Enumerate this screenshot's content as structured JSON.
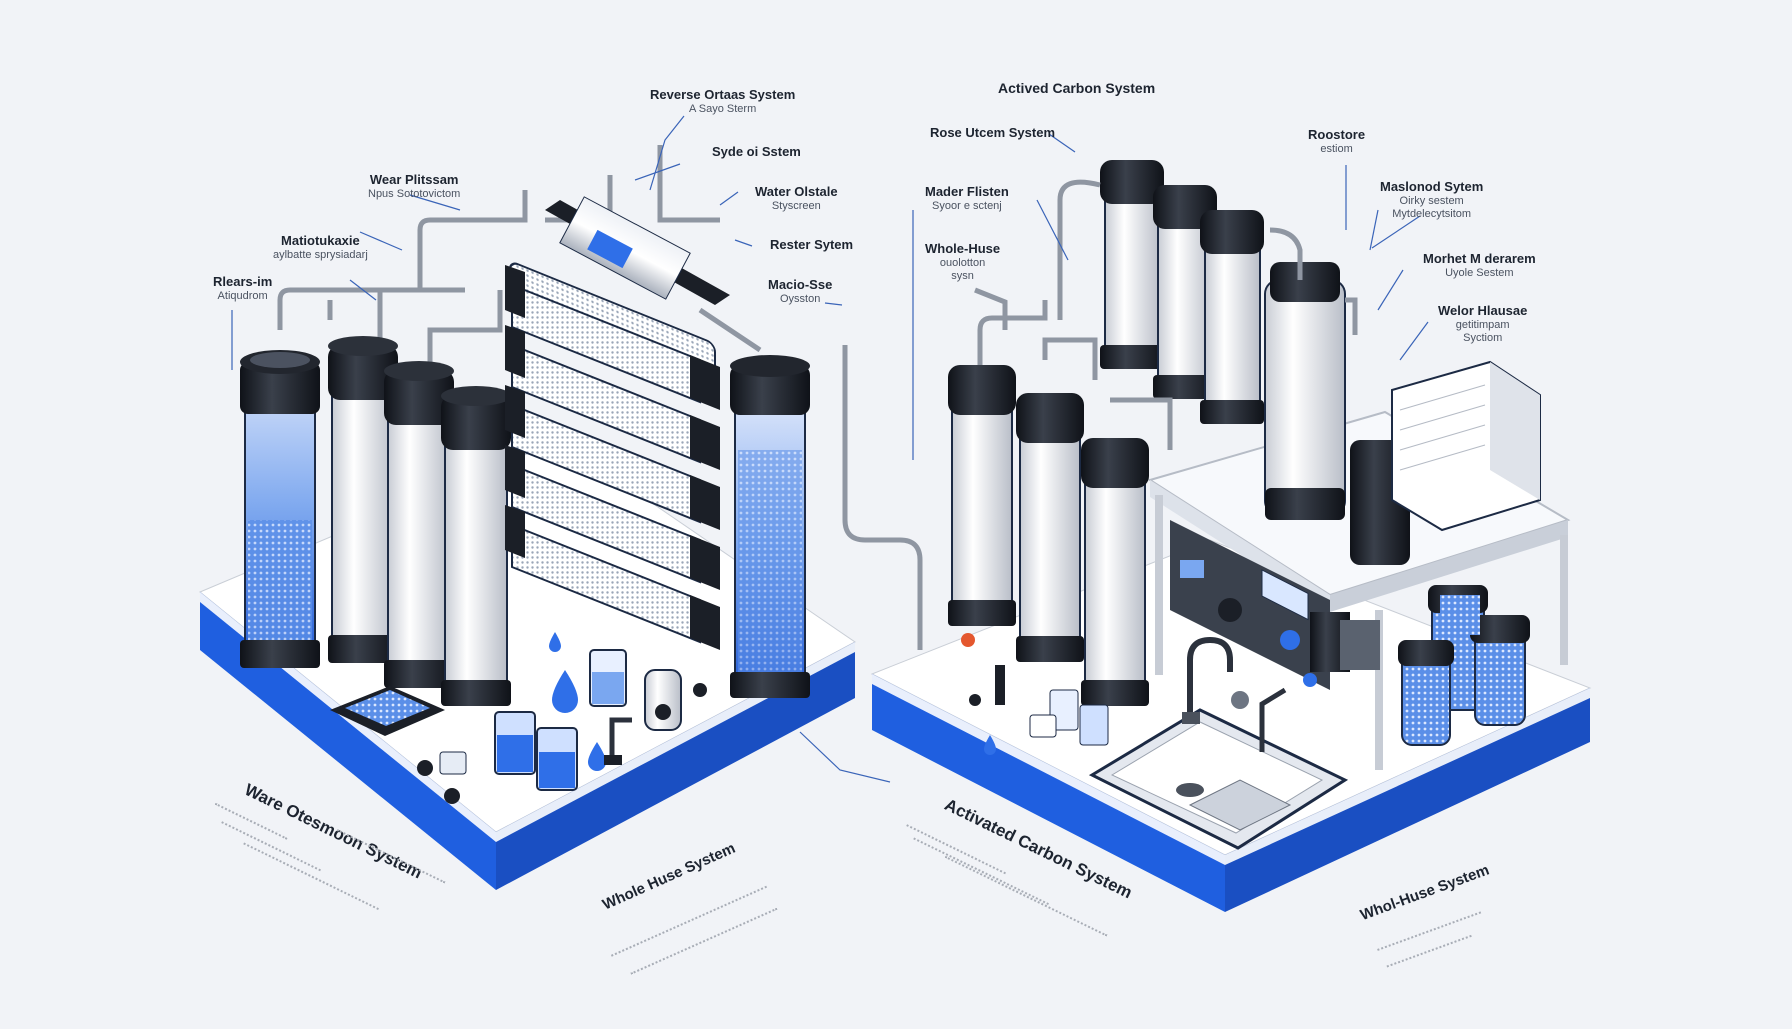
{
  "labels": {
    "reverse_osmosis": {
      "title": "Reverse Ortaas System",
      "sub": "A Sayo Sterm"
    },
    "syde_system": {
      "title": "Syde oi Sstem"
    },
    "water_filtssam": {
      "title": "Wear Plitssam",
      "sub": "Npus Sototovictom"
    },
    "water_olstale": {
      "title": "Water Olstale",
      "sub": "Styscreen"
    },
    "matiotukaxie": {
      "title": "Matiotukaxie",
      "sub": "aylbatte sprysiadarj"
    },
    "rester_system": {
      "title": "Rester Sytem"
    },
    "rlears_im": {
      "title": "Rlears-im",
      "sub": "Atiqudrom"
    },
    "macio_sse": {
      "title": "Macio-Sse",
      "sub": "Oysston"
    },
    "actived_carbon": {
      "title": "Actived Carbon System"
    },
    "rose_utcem": {
      "title": "Rose Utcem System"
    },
    "roostore": {
      "title": "Roostore",
      "sub": "estiom"
    },
    "mader_flisten": {
      "title": "Mader Flisten",
      "sub": "Syoor e sctenj"
    },
    "maslonod": {
      "title": "Maslonod Sytem",
      "sub": "Oirky sestem",
      "sub2": "Mytdelecytsitom"
    },
    "whole_huse": {
      "title": "Whole-Huse",
      "sub": "ouolotton",
      "sub2": "sysn"
    },
    "morhet_mderarem": {
      "title": "Morhet M derarem",
      "sub": "Uyole Sestem"
    },
    "welor_hlausae": {
      "title": "Welor Hlausae",
      "sub": "getitimpam",
      "sub2": "Syctiom"
    }
  },
  "captions": {
    "left_main": "Ware Otesmoon System",
    "left_second": "Whole Huse System",
    "right_main": "Activated Carbon System",
    "right_second": "Whol-Huse System"
  },
  "colors": {
    "accent": "#1f5fe0",
    "cap": "#1b1f27",
    "water": "#3b82f6"
  },
  "icons": [
    "filter-cartridge-icon",
    "water-drop-icon",
    "glass-icon",
    "faucet-icon",
    "sink-icon",
    "control-panel-icon",
    "pump-icon",
    "pipe-icon",
    "gauge-icon"
  ]
}
